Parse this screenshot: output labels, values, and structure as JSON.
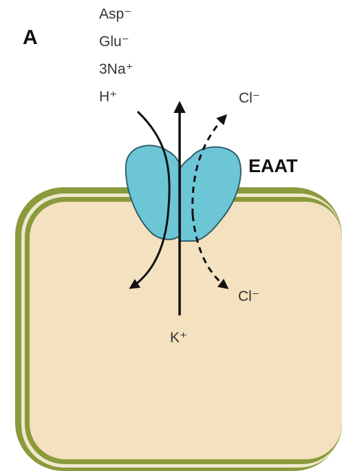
{
  "panel_label": "A",
  "transporter_label": "EAAT",
  "substrates": [
    "Asp⁻",
    "Glu⁻",
    "3Na⁺",
    "H⁺"
  ],
  "cl_out": "Cl⁻",
  "cl_in": "Cl⁻",
  "k_ion": "K⁺",
  "colors": {
    "membrane": "#8a9a3c",
    "membrane_inner": "#efe8cc",
    "cytoplasm": "#f3e1bf",
    "transporter": "#6cc6d6",
    "arrow": "#111111"
  }
}
